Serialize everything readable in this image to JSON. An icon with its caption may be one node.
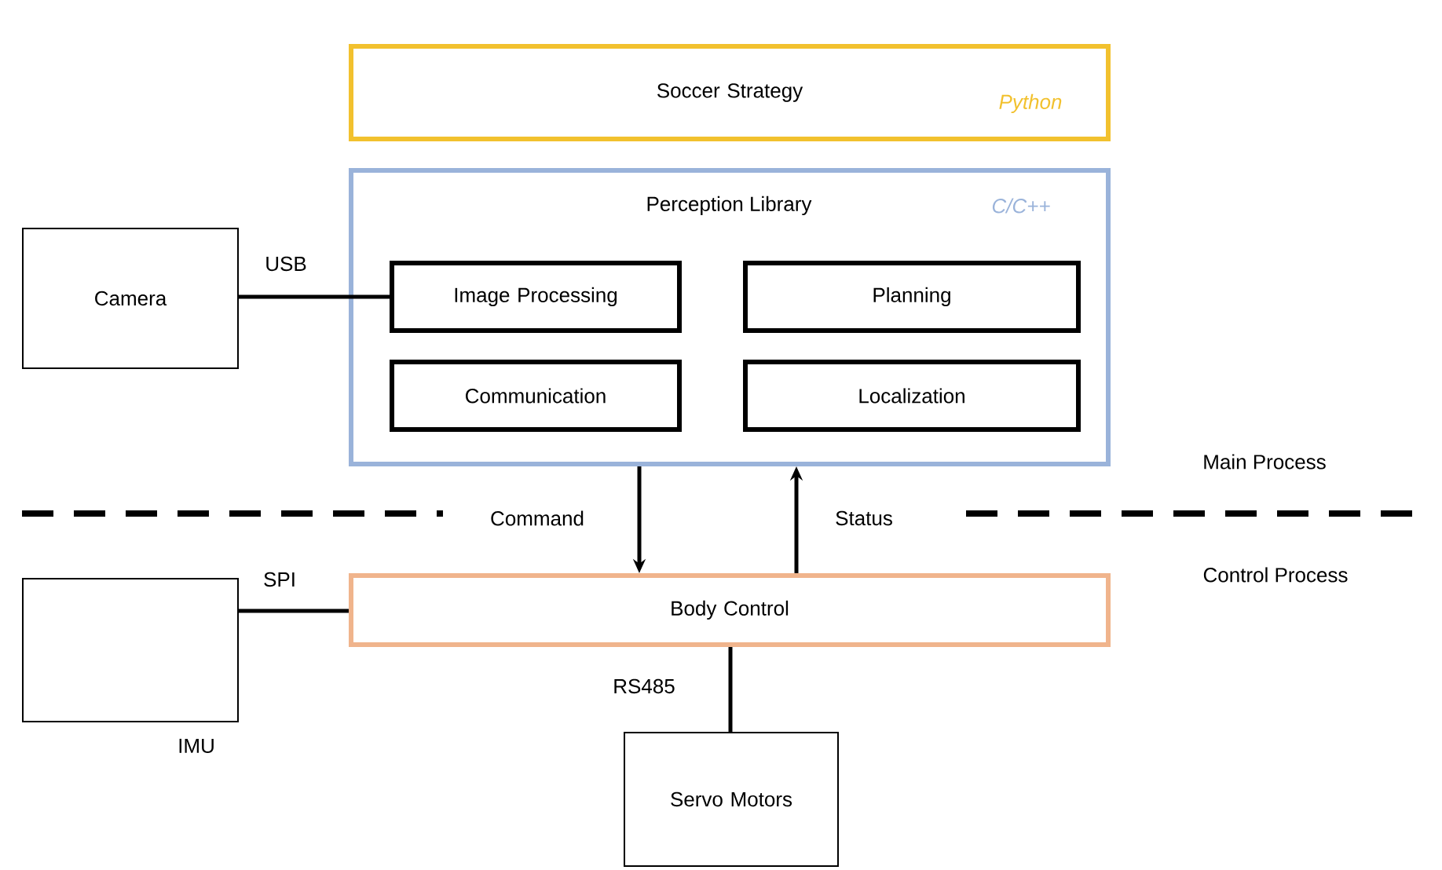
{
  "diagram": {
    "nodes": [
      {
        "text": [
          "Soccer Strategy",
          "Python"
        ]
      },
      {
        "text": [
          "Perception Library",
          "C/C++"
        ]
      },
      {
        "text": [
          "Image Processing"
        ],
        "in": 1
      },
      {
        "text": [
          "Planning"
        ],
        "in": 1
      },
      {
        "text": [
          "Communication"
        ],
        "in": 1
      },
      {
        "text": [
          "Localization"
        ],
        "in": 1
      },
      {
        "text": [
          "Camera"
        ]
      },
      {
        "text": [
          "Body Control"
        ]
      },
      {
        "text": [],
        "shape": "box",
        "beside": [
          "IMU"
        ]
      },
      {
        "text": [
          "Servo Motors"
        ]
      }
    ],
    "edges": [
      {
        "from": 6,
        "to": 2,
        "arrow": "none",
        "label": "USB"
      },
      {
        "from": 1,
        "to": 7,
        "arrow": "to",
        "label": "Command"
      },
      {
        "from": 7,
        "to": 1,
        "arrow": "to",
        "label": "Status"
      },
      {
        "from": 8,
        "to": 7,
        "arrow": "none",
        "label": "SPI"
      },
      {
        "from": 7,
        "to": 9,
        "arrow": "none",
        "label": "RS485"
      }
    ],
    "labels": [
      "Main Process",
      "Control Process"
    ]
  }
}
